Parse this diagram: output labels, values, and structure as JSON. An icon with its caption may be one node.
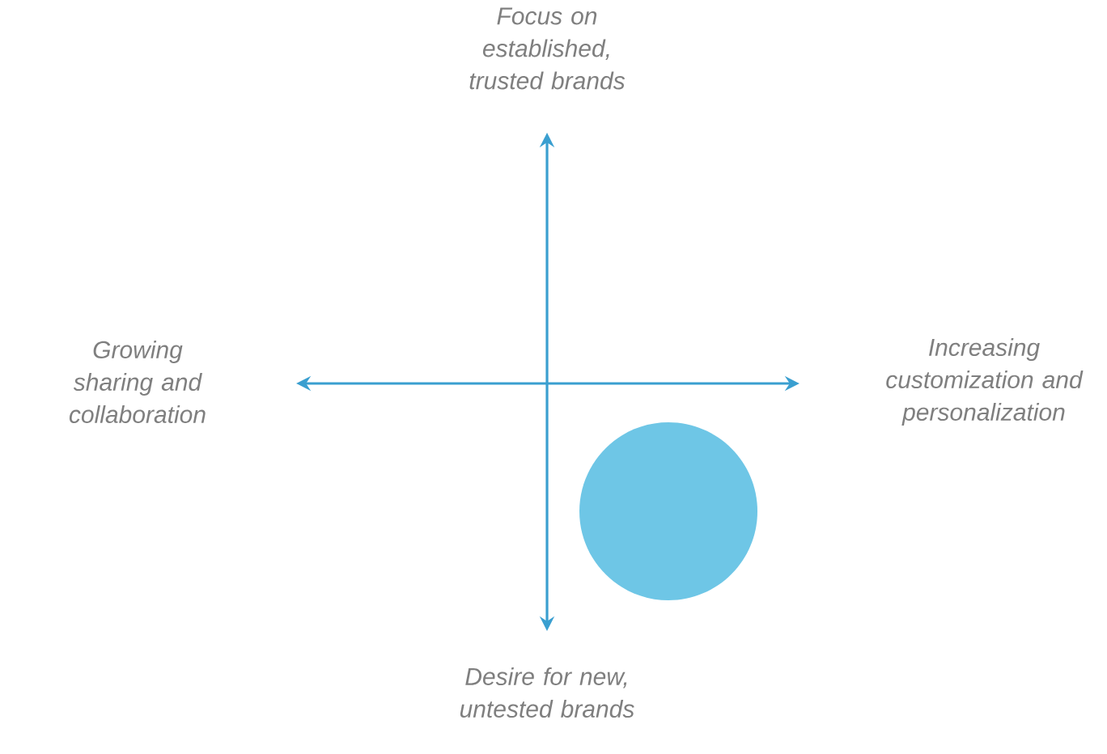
{
  "diagram": {
    "nodes": [
      {
        "text": [],
        "shape": "circle"
      }
    ],
    "labels": [
      "Focus on established, trusted brands",
      "Growing sharing and collaboration",
      "Increasing customization and personalization",
      "Desire for new, untested brands"
    ]
  }
}
